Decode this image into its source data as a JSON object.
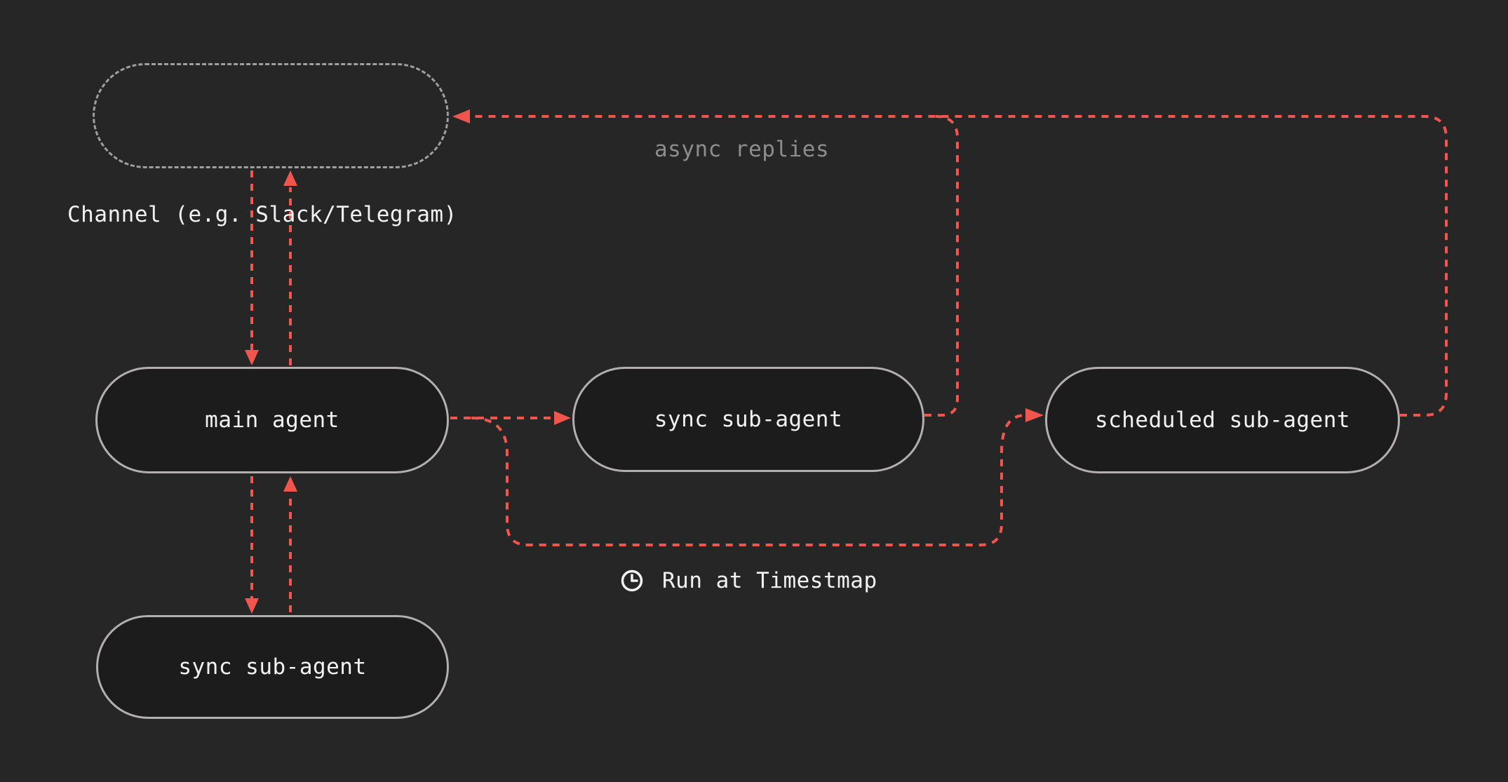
{
  "canvas": {
    "background": "#262626",
    "accent_red": "#f0564e",
    "node_border_gray": "#b3afaf",
    "channel_border_gray": "#9f9f9f",
    "node_fill": "#1c1c1c",
    "text_color": "#f3f1f1",
    "muted_text_color": "#8d8d8d"
  },
  "nodes": {
    "main_agent": {
      "label": "main agent"
    },
    "sync_sub_agent": {
      "label": "sync sub-agent"
    },
    "scheduled_sub_agent": {
      "label": "scheduled sub-agent"
    },
    "sync_sub_agent_bottom": {
      "label": "sync sub-agent"
    }
  },
  "labels": {
    "channel_caption": "Channel (e.g. Slack/Telegram)",
    "async_replies": "async replies",
    "run_at_timestamp": "Run at Timestmap"
  },
  "icons": {
    "clock": "clock-icon"
  }
}
